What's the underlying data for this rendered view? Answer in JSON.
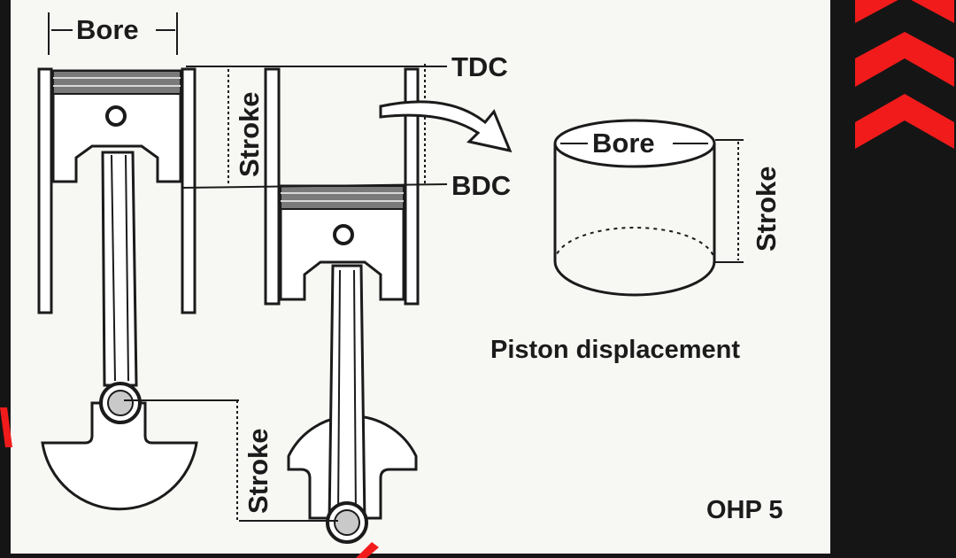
{
  "diagram": {
    "labels": {
      "bore_left": "Bore",
      "stroke_top": "Stroke",
      "tdc": "TDC",
      "bdc": "BDC",
      "bore_cylinder": "Bore",
      "stroke_cylinder": "Stroke",
      "stroke_bottom": "Stroke",
      "caption": "Piston displacement",
      "slide_id": "OHP 5"
    }
  },
  "colors": {
    "background": "#151515",
    "panel": "#f7f7f4",
    "ink": "#1b1b1b",
    "accent": "#f21b1b"
  },
  "decor": {
    "icons": [
      "chevron-up-icon",
      "chevron-up-icon",
      "chevron-up-icon"
    ]
  }
}
